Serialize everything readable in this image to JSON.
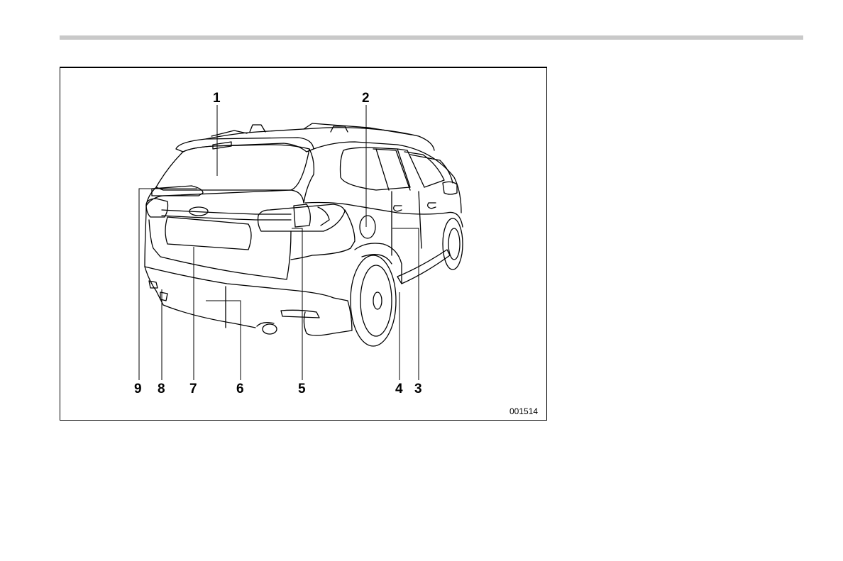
{
  "figure": {
    "callouts": [
      "1",
      "2",
      "3",
      "4",
      "5",
      "6",
      "7",
      "8",
      "9"
    ],
    "id": "001514",
    "subject": "vehicle-rear-exterior-line-drawing"
  }
}
